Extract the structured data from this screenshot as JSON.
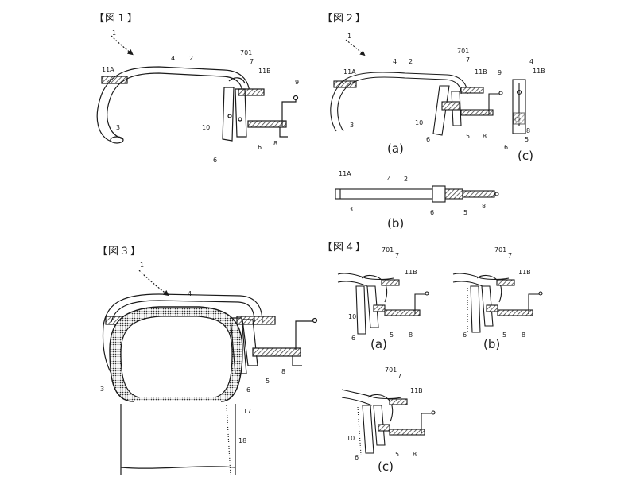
{
  "figures": {
    "fig1": {
      "title": "【図１】"
    },
    "fig2": {
      "title": "【図２】",
      "sub_a": "(a)",
      "sub_b": "(b)",
      "sub_c": "(c)"
    },
    "fig3": {
      "title": "【図３】"
    },
    "fig4": {
      "title": "【図４】",
      "sub_a": "(a)",
      "sub_b": "(b)",
      "sub_c": "(c)"
    }
  },
  "ref_labels": {
    "n1": "1",
    "n2": "2",
    "n3": "3",
    "n4": "4",
    "n5": "5",
    "n6": "6",
    "n7": "7",
    "n8": "8",
    "n9": "9",
    "n10": "10",
    "n17": "17",
    "n18": "18",
    "n701": "701",
    "n11A": "11A",
    "n11B": "11B"
  },
  "colors": {
    "line": "#1a1a1a",
    "hatch": "#555555",
    "background": "#ffffff"
  }
}
